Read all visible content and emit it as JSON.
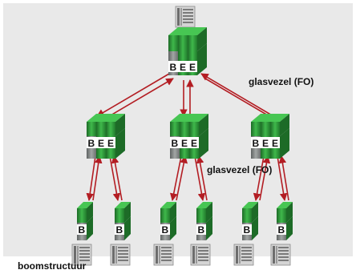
{
  "labels": {
    "fiber_top": "glasvezel (FO)",
    "fiber_mid": "glasvezel (FO)",
    "tree": "boomstructuur"
  },
  "module_letters": {
    "b": "B",
    "e": "E"
  },
  "colors": {
    "background": "#e9e9e9",
    "module_green": "#2f9a3a",
    "module_dark_green": "#1d6b27",
    "module_body": "#7f8382",
    "arrow": "#b31d23",
    "plc_frame": "#c9c9c9"
  }
}
